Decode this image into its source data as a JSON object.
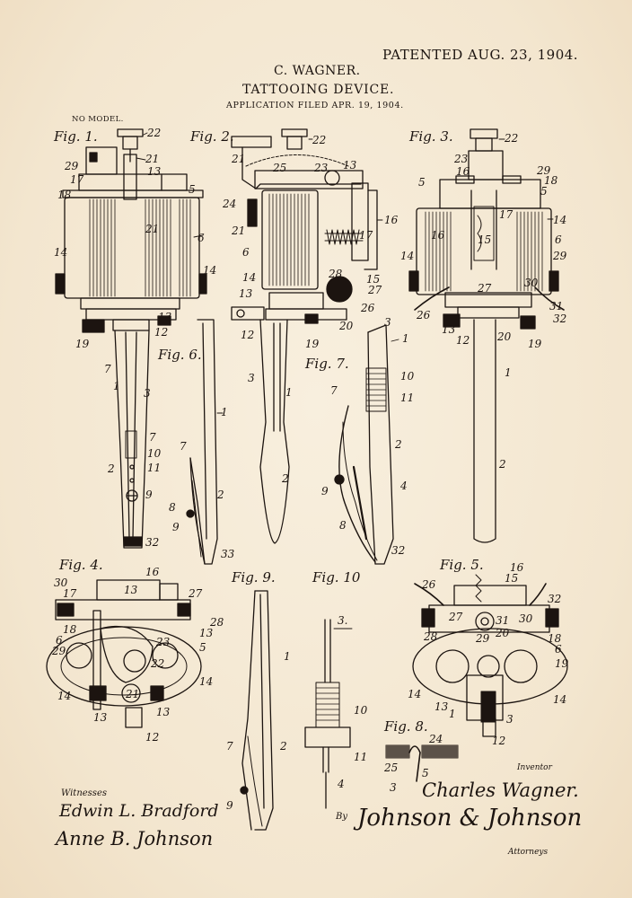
{
  "header": {
    "patented": "PATENTED AUG. 23, 1904.",
    "inventor": "C. WAGNER.",
    "title": "TATTOOING DEVICE.",
    "application": "APPLICATION FILED APR. 19, 1904.",
    "model": "NO MODEL."
  },
  "figures": [
    {
      "label": "Fig. 1."
    },
    {
      "label": "Fig. 2."
    },
    {
      "label": "Fig. 3."
    },
    {
      "label": "Fig. 6."
    },
    {
      "label": "Fig. 7."
    },
    {
      "label": "Fig. 4."
    },
    {
      "label": "Fig. 9."
    },
    {
      "label": "Fig. 10"
    },
    {
      "label": "Fig. 5."
    },
    {
      "label": "Fig. 8."
    }
  ],
  "refs": {
    "f1": [
      "22",
      "21",
      "29",
      "13",
      "17",
      "18",
      "5",
      "21",
      "6",
      "14",
      "14",
      "13",
      "12",
      "19",
      "7",
      "1",
      "3",
      "7",
      "10",
      "11",
      "2",
      "9",
      "32"
    ],
    "f2": [
      "22",
      "21",
      "25",
      "23",
      "13",
      "24",
      "21",
      "17",
      "16",
      "6",
      "14",
      "28",
      "15",
      "27",
      "13",
      "26",
      "12",
      "20",
      "19",
      "3",
      "1",
      "2"
    ],
    "f3": [
      "22",
      "23",
      "16",
      "29",
      "5",
      "18",
      "5",
      "17",
      "16",
      "15",
      "14",
      "6",
      "14",
      "29",
      "27",
      "30",
      "31",
      "26",
      "13",
      "32",
      "12",
      "20",
      "19",
      "1",
      "2"
    ],
    "f6": [
      "1",
      "7",
      "2",
      "8",
      "9",
      "33"
    ],
    "f7": [
      "3",
      "1",
      "10",
      "7",
      "11",
      "2",
      "4",
      "9",
      "8",
      "32"
    ],
    "f4": [
      "16",
      "30",
      "13",
      "27",
      "17",
      "28",
      "18",
      "13",
      "6",
      "23",
      "5",
      "29",
      "22",
      "14",
      "14",
      "21",
      "13",
      "13",
      "12"
    ],
    "f9": [
      "1",
      "7",
      "2",
      "9"
    ],
    "f10": [
      "3.",
      "10",
      "11",
      "4"
    ],
    "f5": [
      "16",
      "15",
      "26",
      "32",
      "27",
      "31",
      "30",
      "28",
      "29",
      "20",
      "18",
      "6",
      "19",
      "14",
      "13",
      "1",
      "3",
      "14",
      "12"
    ],
    "f8": [
      "24",
      "25",
      "5",
      "3"
    ]
  },
  "signatures": {
    "witnesses_label": "Witnesses",
    "witness1": "Edwin L. Bradford",
    "witness2": "Anne B. Johnson",
    "inventor_label": "Inventor",
    "inventor_signature": "Charles Wagner.",
    "by_label": "By",
    "attorney_signature": "Johnson & Johnson",
    "attorneys_label": "Attorneys"
  }
}
